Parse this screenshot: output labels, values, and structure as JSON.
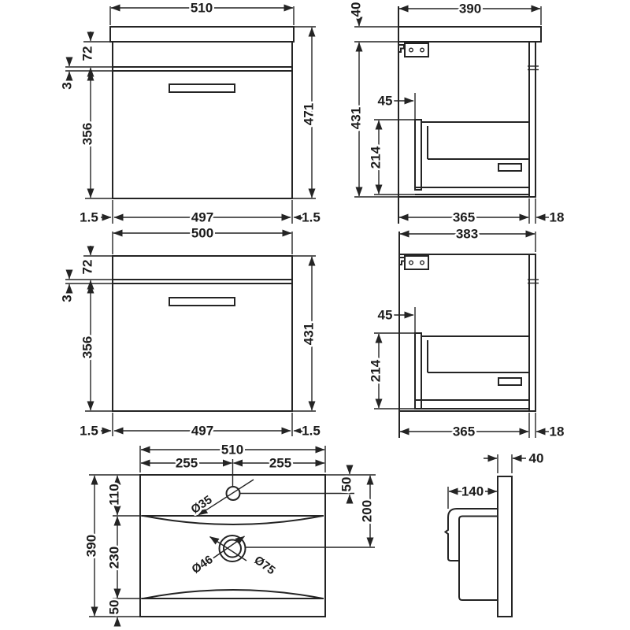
{
  "drawing": {
    "background": "#ffffff",
    "line_color": "#242424",
    "views": {
      "front_with_worktop": {
        "overall_width": "510",
        "worktop_to_drawer": "72",
        "panel_gap": "3",
        "drawer_front_height": "356",
        "overall_height": "471",
        "edge_gap_left": "1.5",
        "drawer_front_width": "497",
        "edge_gap_right": "1.5"
      },
      "side_with_worktop": {
        "overall_depth": "390",
        "worktop_thickness": "40",
        "carcass_height": "431",
        "wall_offset": "45",
        "drawer_box_height": "214",
        "carcass_depth": "365",
        "front_thickness": "18"
      },
      "front_carcass": {
        "overall_width": "500",
        "top_panel_height": "72",
        "panel_gap": "3",
        "drawer_front_height": "356",
        "carcass_height": "431",
        "edge_gap_left": "1.5",
        "drawer_front_width": "497",
        "edge_gap_right": "1.5"
      },
      "side_carcass": {
        "overall_depth": "383",
        "wall_offset": "45",
        "drawer_box_height": "214",
        "carcass_depth": "365",
        "front_thickness": "18"
      },
      "basin_plan": {
        "overall_width": "510",
        "tap_centre_left": "255",
        "tap_centre_right": "255",
        "back_ledge_depth": "110",
        "overall_depth": "390",
        "bowl_depth": "230",
        "front_ledge_depth": "50",
        "tap_hole_diameter": "Ø35",
        "waste_diameter": "Ø46",
        "overflow_diameter": "Ø75",
        "tap_hole_setback": "50",
        "waste_setback": "200"
      },
      "basin_profile": {
        "edge_thickness": "40",
        "bowl_depth": "140"
      }
    }
  }
}
